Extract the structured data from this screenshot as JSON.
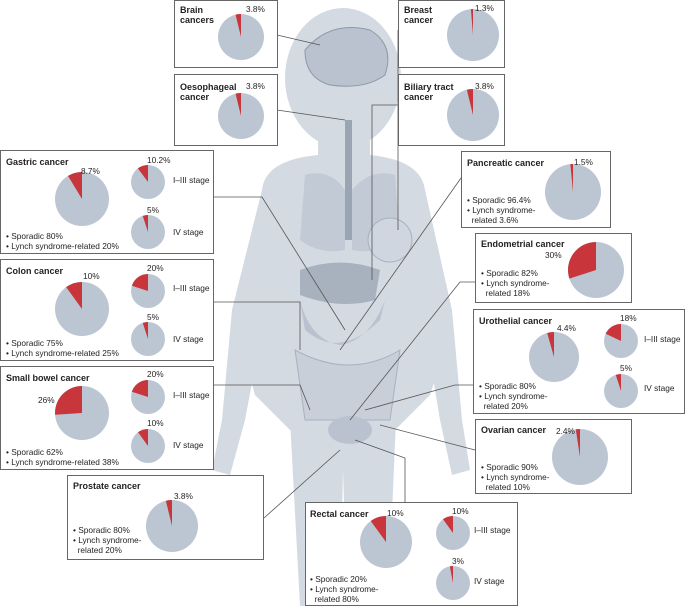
{
  "colors": {
    "pie_base": "#bcc6d3",
    "pie_slice": "#c8363c",
    "body": "#d4dae2",
    "organ": "#b9c2ce",
    "organ_dark": "#9aa5b3",
    "line": "#555555"
  },
  "labels": {
    "stage_1_3": "I–III stage",
    "stage_4": "IV stage"
  },
  "cancers": {
    "brain": {
      "title": "Brain\ncancers",
      "pct": "3.8%"
    },
    "oesophageal": {
      "title": "Oesophageal\ncancer",
      "pct": "3.8%"
    },
    "breast": {
      "title": "Breast\ncancer",
      "pct": "1.3%"
    },
    "biliary": {
      "title": "Biliary tract\ncancer",
      "pct": "3.8%"
    },
    "gastric": {
      "title": "Gastric cancer",
      "pct": "8.7%",
      "pct_13": "10.2%",
      "pct_4": "5%",
      "sporadic": "Sporadic 80%",
      "lynch": "Lynch syndrome-related 20%"
    },
    "colon": {
      "title": "Colon cancer",
      "pct": "10%",
      "pct_13": "20%",
      "pct_4": "5%",
      "sporadic": "Sporadic 75%",
      "lynch": "Lynch syndrome-related 25%"
    },
    "small_bowel": {
      "title": "Small bowel cancer",
      "pct": "26%",
      "pct_13": "20%",
      "pct_4": "10%",
      "sporadic": "Sporadic 62%",
      "lynch": "Lynch syndrome-related 38%"
    },
    "prostate": {
      "title": "Prostate cancer",
      "pct": "3.8%",
      "sporadic": "Sporadic 80%",
      "lynch1": "Lynch syndrome-",
      "lynch2": "related 20%"
    },
    "pancreatic": {
      "title": "Pancreatic cancer",
      "pct": "1.5%",
      "sporadic": "Sporadic 96.4%",
      "lynch1": "Lynch syndrome-",
      "lynch2": "related 3.6%"
    },
    "endometrial": {
      "title": "Endometrial cancer",
      "pct": "30%",
      "sporadic": "Sporadic 82%",
      "lynch1": "Lynch syndrome-",
      "lynch2": "related 18%"
    },
    "urothelial": {
      "title": "Urothelial cancer",
      "pct": "4.4%",
      "pct_13": "18%",
      "pct_4": "5%",
      "sporadic": "Sporadic 80%",
      "lynch1": "Lynch syndrome-",
      "lynch2": "related 20%"
    },
    "ovarian": {
      "title": "Ovarian cancer",
      "pct": "2.4%",
      "sporadic": "Sporadic 90%",
      "lynch1": "Lynch syndrome-",
      "lynch2": "related 10%"
    },
    "rectal": {
      "title": "Rectal cancer",
      "pct": "10%",
      "pct_13": "10%",
      "pct_4": "3%",
      "sporadic": "Sporadic 20%",
      "lynch1": "Lynch syndrome-",
      "lynch2": "related 80%"
    }
  },
  "chart_data": [
    {
      "type": "pie",
      "title": "Brain cancers",
      "values": [
        3.8,
        96.2
      ]
    },
    {
      "type": "pie",
      "title": "Oesophageal cancer",
      "values": [
        3.8,
        96.2
      ]
    },
    {
      "type": "pie",
      "title": "Breast cancer",
      "values": [
        1.3,
        98.7
      ]
    },
    {
      "type": "pie",
      "title": "Biliary tract cancer",
      "values": [
        3.8,
        96.2
      ]
    },
    {
      "type": "pie",
      "title": "Gastric cancer",
      "values": [
        8.7,
        91.3
      ],
      "stage_I_III": [
        10.2,
        89.8
      ],
      "stage_IV": [
        5,
        95
      ],
      "sporadic": 80,
      "lynch_syndrome_related": 20
    },
    {
      "type": "pie",
      "title": "Colon cancer",
      "values": [
        10,
        90
      ],
      "stage_I_III": [
        20,
        80
      ],
      "stage_IV": [
        5,
        95
      ],
      "sporadic": 75,
      "lynch_syndrome_related": 25
    },
    {
      "type": "pie",
      "title": "Small bowel cancer",
      "values": [
        26,
        74
      ],
      "stage_I_III": [
        20,
        80
      ],
      "stage_IV": [
        10,
        90
      ],
      "sporadic": 62,
      "lynch_syndrome_related": 38
    },
    {
      "type": "pie",
      "title": "Prostate cancer",
      "values": [
        3.8,
        96.2
      ],
      "sporadic": 80,
      "lynch_syndrome_related": 20
    },
    {
      "type": "pie",
      "title": "Pancreatic cancer",
      "values": [
        1.5,
        98.5
      ],
      "sporadic": 96.4,
      "lynch_syndrome_related": 3.6
    },
    {
      "type": "pie",
      "title": "Endometrial cancer",
      "values": [
        30,
        70
      ],
      "sporadic": 82,
      "lynch_syndrome_related": 18
    },
    {
      "type": "pie",
      "title": "Urothelial cancer",
      "values": [
        4.4,
        95.6
      ],
      "stage_I_III": [
        18,
        82
      ],
      "stage_IV": [
        5,
        95
      ],
      "sporadic": 80,
      "lynch_syndrome_related": 20
    },
    {
      "type": "pie",
      "title": "Ovarian cancer",
      "values": [
        2.4,
        97.6
      ],
      "sporadic": 90,
      "lynch_syndrome_related": 10
    },
    {
      "type": "pie",
      "title": "Rectal cancer",
      "values": [
        10,
        90
      ],
      "stage_I_III": [
        10,
        90
      ],
      "stage_IV": [
        3,
        97
      ],
      "sporadic": 20,
      "lynch_syndrome_related": 80
    }
  ]
}
